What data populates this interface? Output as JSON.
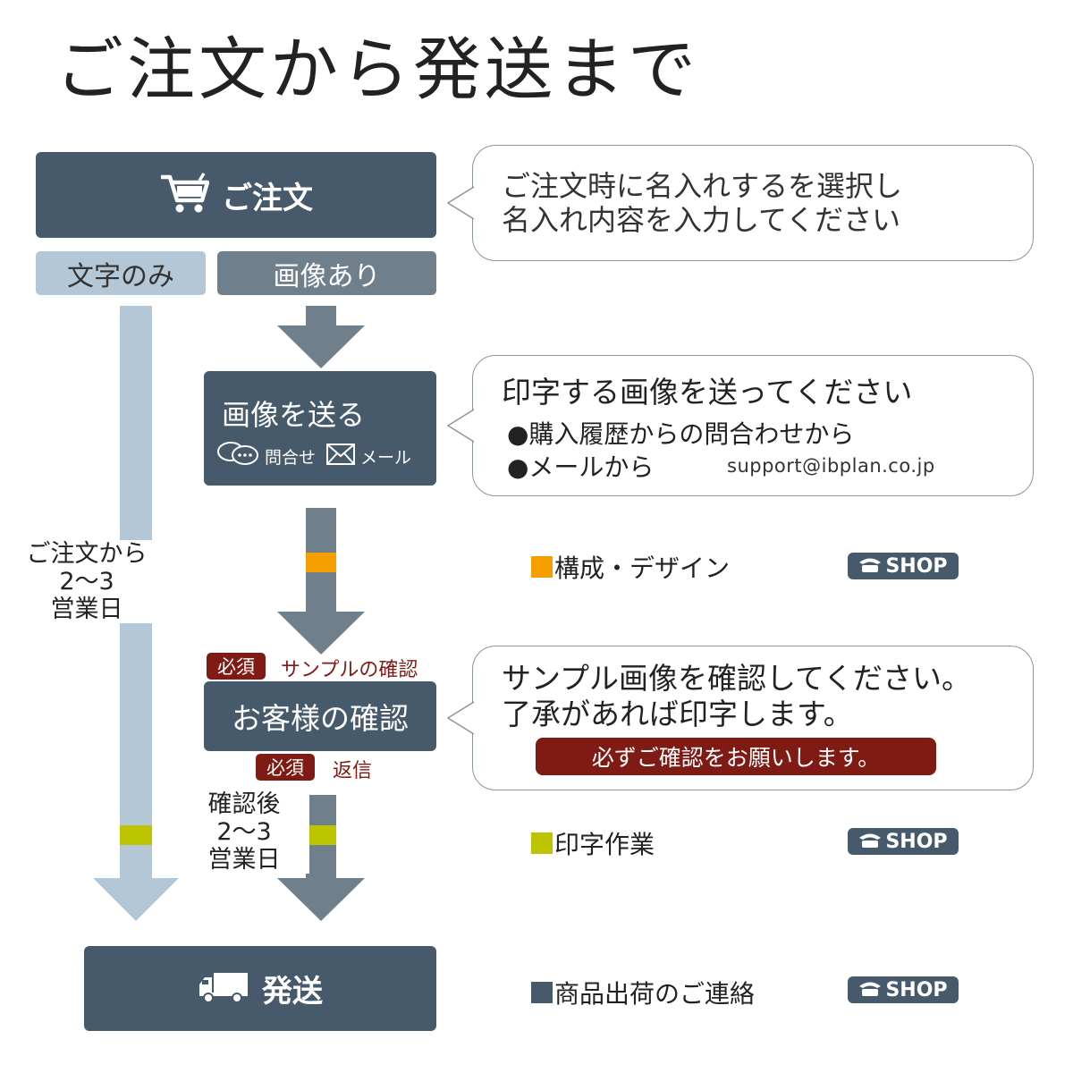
{
  "title": "ご注文から発送まで",
  "colors": {
    "dark": "#475a6b",
    "mid": "#6f7f8c",
    "light_blue": "#b3c7d6",
    "orange": "#f5a000",
    "lime": "#bcc400",
    "red": "#7f1a14"
  },
  "order": {
    "label": "ご注文",
    "icon": "cart-icon"
  },
  "order_bubble": {
    "line1": "ご注文時に名入れするを選択し",
    "line2": "名入れ内容を入力してください"
  },
  "tabs": {
    "text_only": "文字のみ",
    "with_image": "画像あり"
  },
  "send_image": {
    "label": "画像を送る",
    "inquiry_label": "問合せ",
    "mail_label": "メール"
  },
  "send_bubble": {
    "line1": "印字する画像を送ってください",
    "line2": "●購入履歴からの問合わせから",
    "line3": "●メールから",
    "email": "support@ibplan.co.jp"
  },
  "lead_time_left": {
    "line1": "ご注文から",
    "line2": "2～3",
    "line3": "営業日"
  },
  "design": {
    "label": "構成・デザイン"
  },
  "shop_label": "SHOP",
  "required_label": "必須",
  "sample_check_label": "サンプルの確認",
  "confirm": {
    "label": "お客様の確認"
  },
  "reply_label": "返信",
  "confirm_bubble": {
    "line1": "サンプル画像を確認してください。",
    "line2": "了承があれば印字します。",
    "notice": "必ずご確認をお願いします。"
  },
  "lead_time_mid": {
    "line1": "確認後",
    "line2": "2～3",
    "line3": "営業日"
  },
  "printing": {
    "label": "印字作業"
  },
  "ship": {
    "label": "発送",
    "icon": "truck-icon"
  },
  "ship_notice": {
    "label": "商品出荷のご連絡"
  }
}
